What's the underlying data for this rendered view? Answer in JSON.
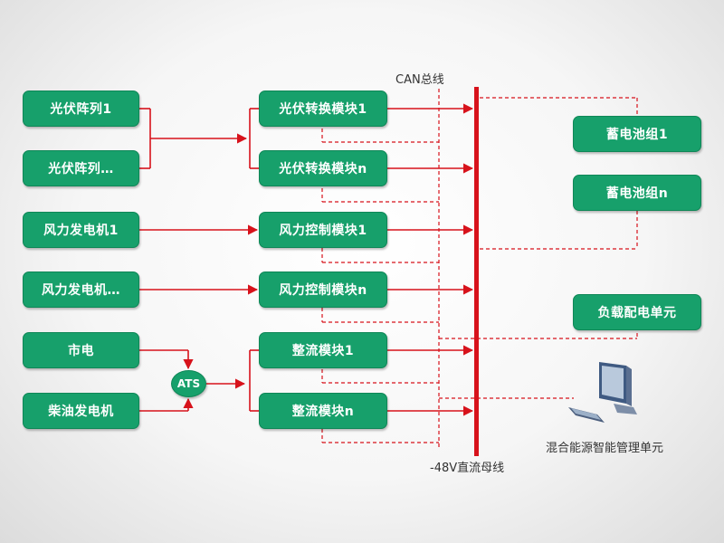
{
  "sources": [
    {
      "label": "光伏阵列1"
    },
    {
      "label": "光伏阵列…"
    },
    {
      "label": "风力发电机1"
    },
    {
      "label": "风力发电机…"
    },
    {
      "label": "市电"
    },
    {
      "label": "柴油发电机"
    }
  ],
  "ats": {
    "label": "ATS"
  },
  "modules": [
    {
      "label": "光伏转换模块1"
    },
    {
      "label": "光伏转换模块n"
    },
    {
      "label": "风力控制模块1"
    },
    {
      "label": "风力控制模块n"
    },
    {
      "label": "整流模块1"
    },
    {
      "label": "整流模块n"
    }
  ],
  "right_units": [
    {
      "label": "蓄电池组1"
    },
    {
      "label": "蓄电池组n"
    },
    {
      "label": "负载配电单元"
    }
  ],
  "bus": {
    "label": "-48V直流母线"
  },
  "can_bus": {
    "label": "CAN总线"
  },
  "controller": {
    "label": "混合能源智能管理单元",
    "icon": "computer-icon"
  },
  "colors": {
    "box": "#17a06b",
    "line": "#d7121b"
  }
}
